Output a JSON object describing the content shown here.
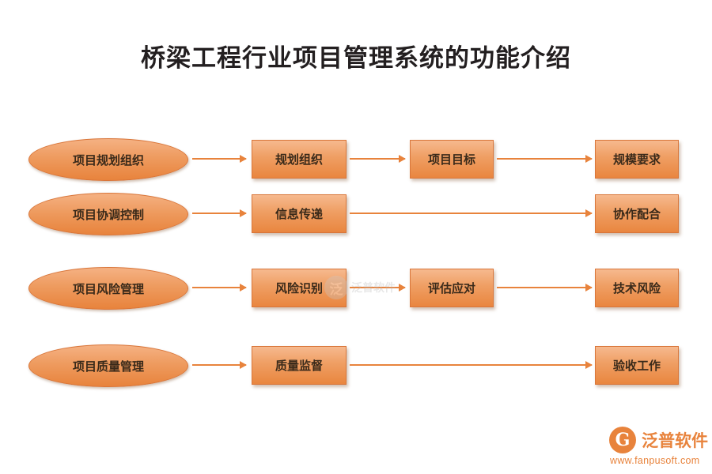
{
  "page": {
    "title": "桥梁工程行业项目管理系统的功能介绍",
    "accent_color": "#e8833c",
    "background": "#ffffff"
  },
  "rows": [
    {
      "category": "项目规划组织",
      "steps": [
        "规划组织",
        "项目目标",
        "规模要求"
      ]
    },
    {
      "category": "项目协调控制",
      "steps": [
        "信息传递",
        "协作配合"
      ]
    },
    {
      "category": "项目风险管理",
      "steps": [
        "风险识别",
        "评估应对",
        "技术风险"
      ]
    },
    {
      "category": "项目质量管理",
      "steps": [
        "质量监督",
        "验收工作"
      ]
    }
  ],
  "watermark": {
    "mark": "泛",
    "text": "泛普软件"
  },
  "logo": {
    "glyph": "G",
    "name": "泛普软件",
    "url": "www.fanpusoft.com"
  }
}
